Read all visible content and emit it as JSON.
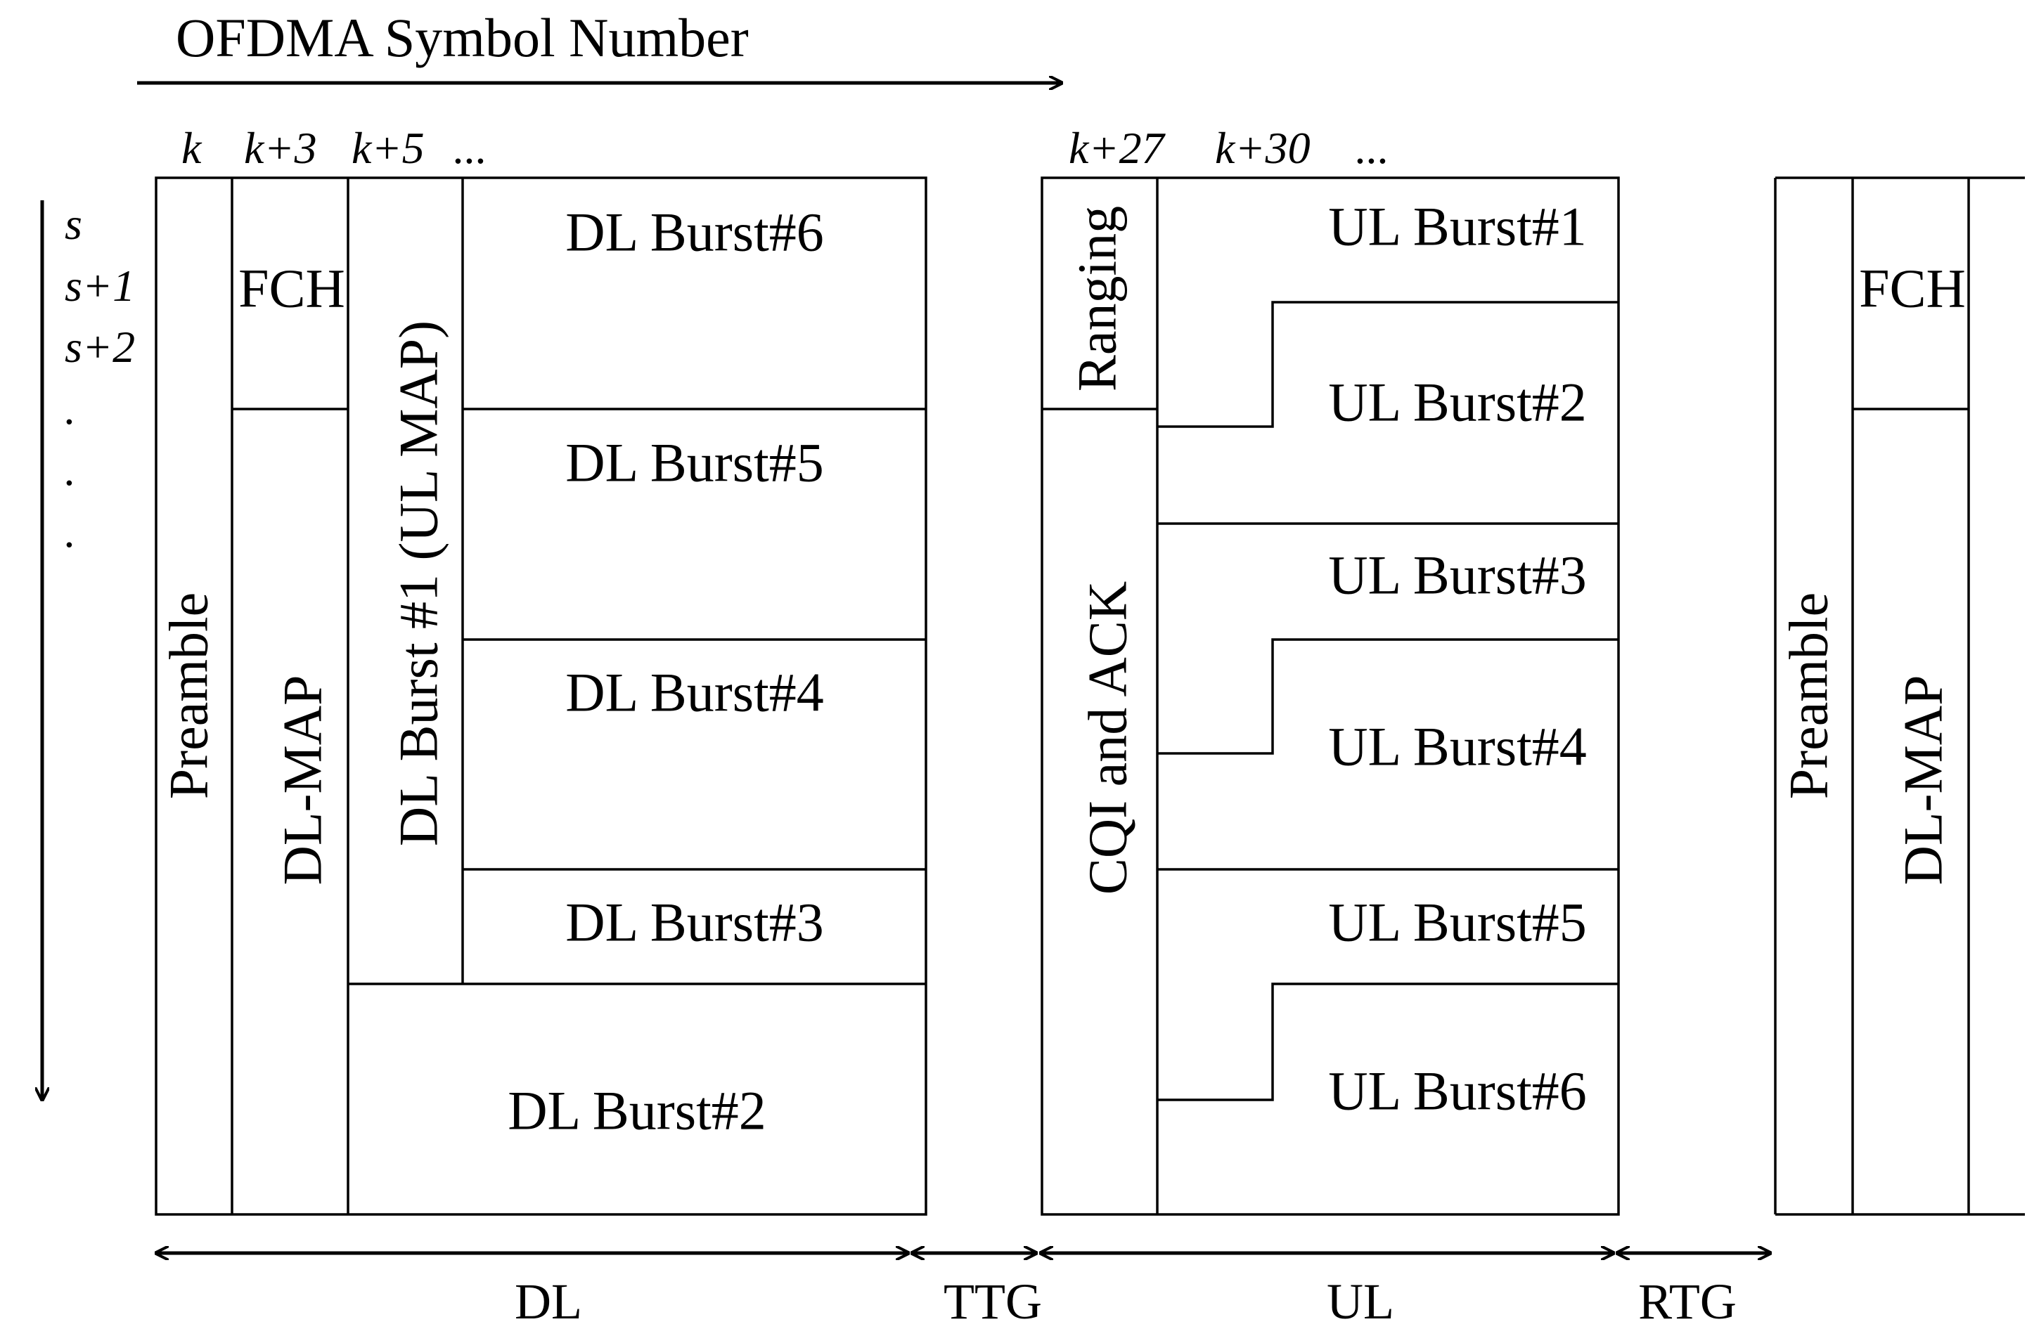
{
  "header": {
    "title": "OFDMA Symbol Number"
  },
  "symbol_ticks": [
    "k",
    "k+3",
    "k+5",
    "...",
    "k+27",
    "k+30",
    "..."
  ],
  "subchannel_ticks": [
    "s",
    "s+1",
    "s+2",
    ".",
    ".",
    "."
  ],
  "dl_frame": {
    "preamble": "Preamble",
    "fch": "FCH",
    "dl_map": "DL-MAP",
    "ul_map_burst": "DL Burst #1 (UL MAP)",
    "bursts": [
      "DL Burst#6",
      "DL Burst#5",
      "DL Burst#4",
      "DL Burst#3",
      "DL Burst#2"
    ]
  },
  "ul_frame": {
    "ranging": "Ranging",
    "cqi_ack": "CQI  and ACK",
    "bursts": [
      "UL Burst#1",
      "UL Burst#2",
      "UL Burst#3",
      "UL Burst#4",
      "UL Burst#5",
      "UL Burst#6"
    ]
  },
  "next_frame": {
    "preamble": "Preamble",
    "fch": "FCH",
    "dl_map": "DL-MAP"
  },
  "segments": [
    "DL",
    "TTG",
    "UL",
    "RTG"
  ],
  "colors": {
    "line": "#000000",
    "background": "#ffffff"
  }
}
